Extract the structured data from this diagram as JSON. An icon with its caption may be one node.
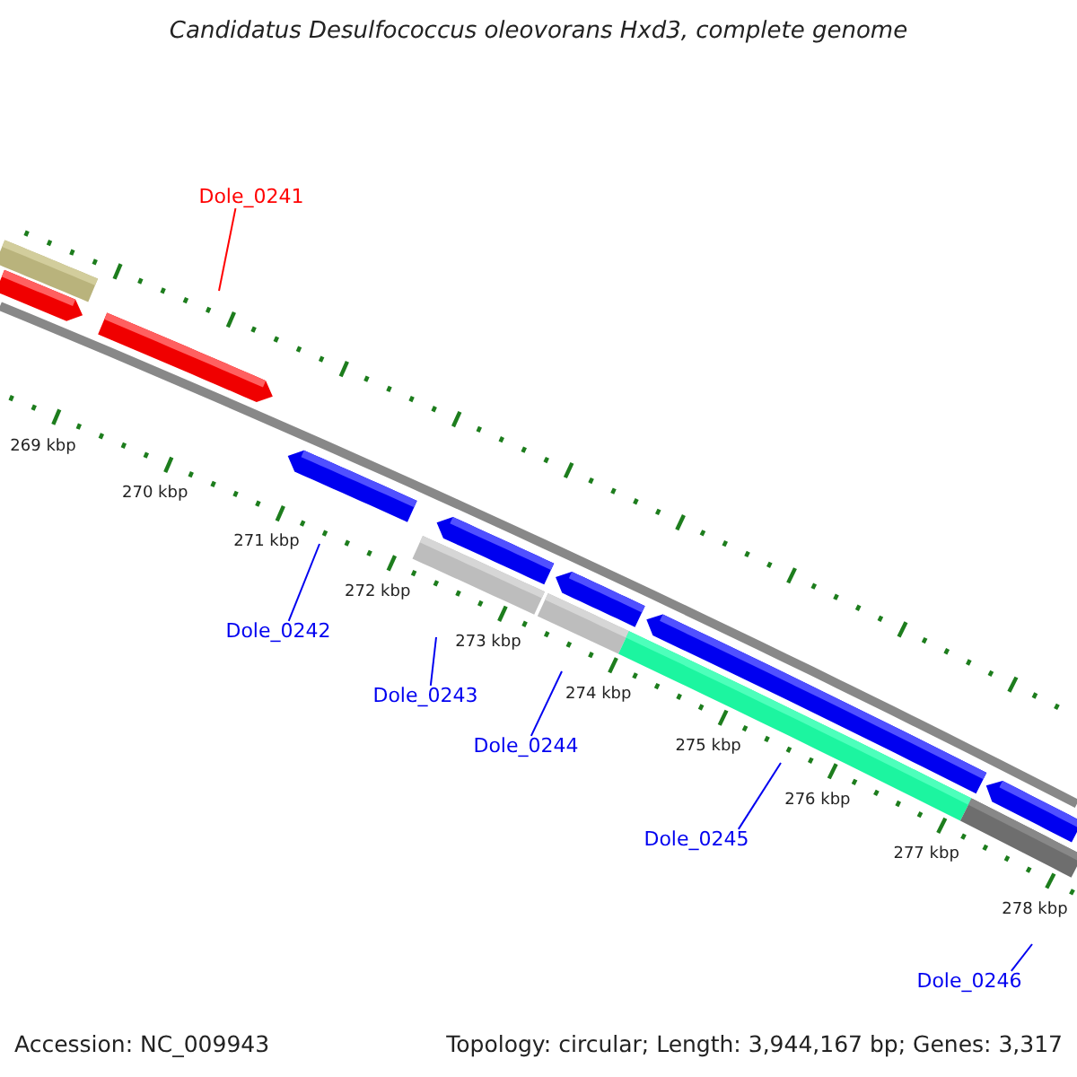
{
  "diagram": {
    "title": "Candidatus Desulfococcus oleovorans Hxd3, complete genome",
    "nodes": [
      {
        "text": [
          "Dole_0241"
        ]
      },
      {
        "text": [
          "Dole_0242"
        ]
      },
      {
        "text": [
          "Dole_0243"
        ]
      },
      {
        "text": [
          "Dole_0244"
        ]
      },
      {
        "text": [
          "Dole_0245"
        ]
      },
      {
        "text": [
          "Dole_0246"
        ]
      }
    ],
    "edges": [
      {
        "from": 0,
        "to": null,
        "arrow": "none",
        "color": "#ff0000"
      },
      {
        "from": 1,
        "to": null,
        "arrow": "none"
      },
      {
        "from": 2,
        "to": null,
        "arrow": "none"
      },
      {
        "from": 3,
        "to": null,
        "arrow": "none"
      },
      {
        "from": 4,
        "to": null,
        "arrow": "none"
      },
      {
        "from": 5,
        "to": null,
        "arrow": "none"
      }
    ],
    "labels": [
      "269 kbp",
      "270 kbp",
      "271 kbp",
      "272 kbp",
      "273 kbp",
      "274 kbp",
      "275 kbp",
      "276 kbp",
      "277 kbp",
      "278 kbp",
      "Accession: NC_009943",
      "Topology: circular; Length: 3,944,167 bp; Genes: 3,317"
    ]
  }
}
